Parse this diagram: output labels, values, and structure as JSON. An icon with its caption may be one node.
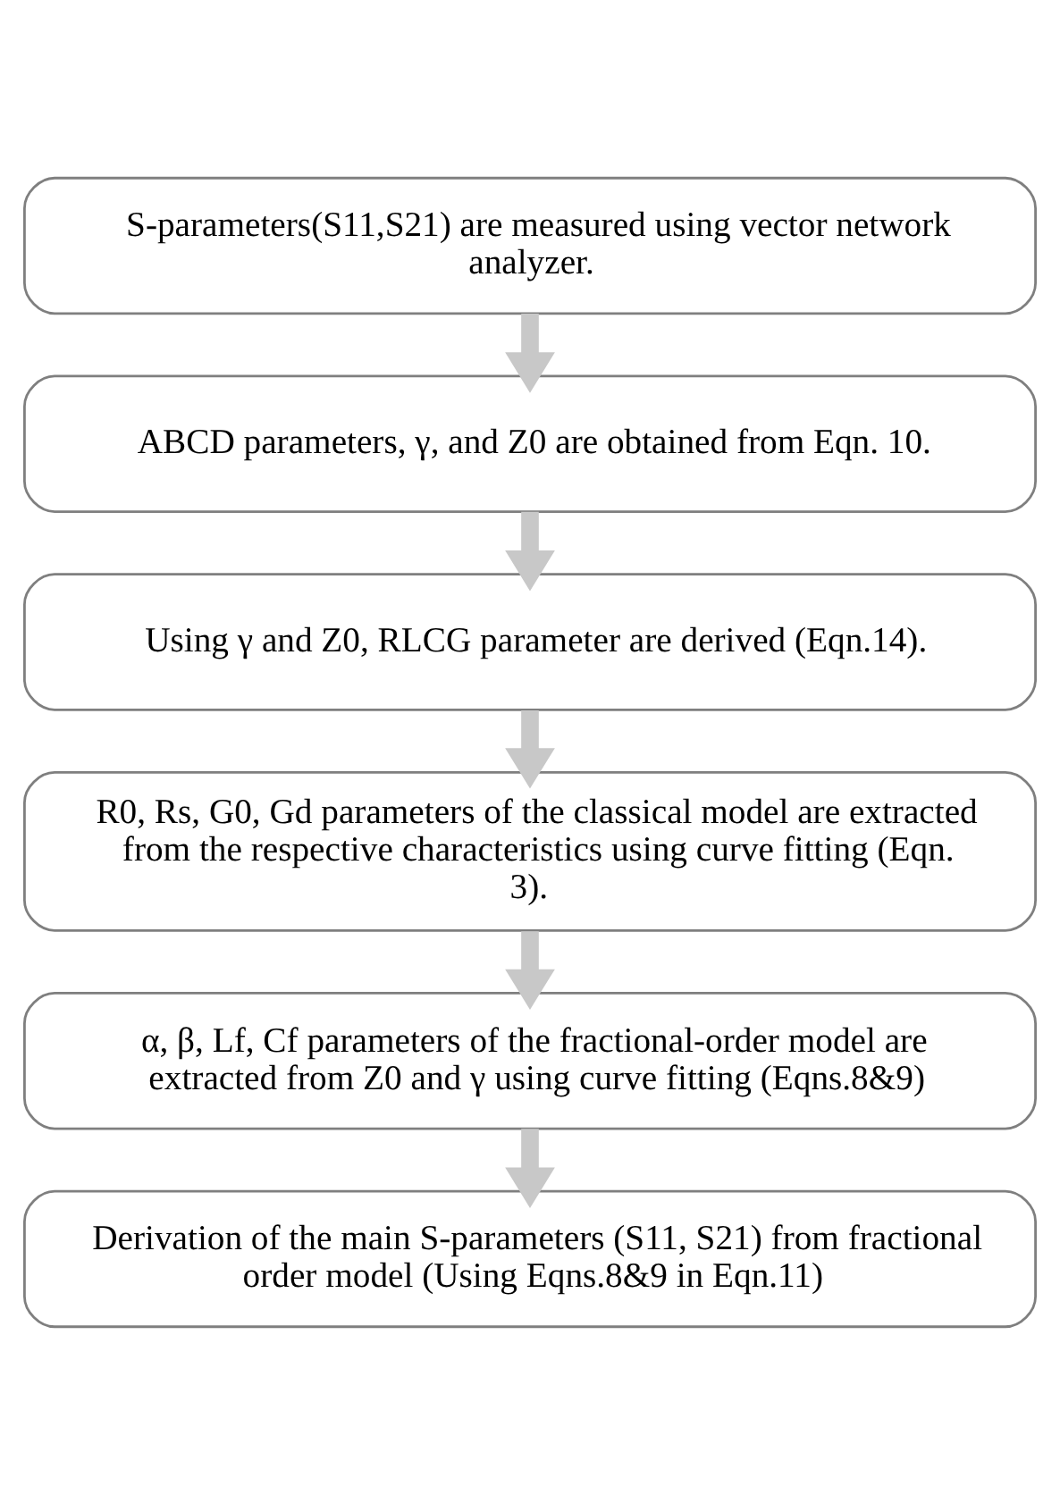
{
  "diagram": {
    "nodes": [
      {
        "text": [
          "S-parameters(S11,S21) are measured using vector network analyzer."
        ]
      },
      {
        "text": [
          "ABCD parameters, γ, and Z0 are obtained from Eqn. 10."
        ]
      },
      {
        "text": [
          "Using γ and Z0, RLCG parameter are derived (Eqn.14)."
        ]
      },
      {
        "text": [
          "R0, Rs, G0, Gd parameters of the classical model are extracted from the respective characteristics using curve fitting (Eqn. 3)."
        ]
      },
      {
        "text": [
          "α, β, Lf, Cf parameters of the fractional-order model are extracted from Z0 and γ using curve fitting (Eqns.8&9)"
        ]
      },
      {
        "text": [
          "Derivation of the main S-parameters (S11, S21) from fractional order model (Using Eqns.8&9 in Eqn.11)"
        ]
      }
    ],
    "edges": [
      {
        "from": 0,
        "to": 1,
        "arrow": "to"
      },
      {
        "from": 1,
        "to": 2,
        "arrow": "to"
      },
      {
        "from": 2,
        "to": 3,
        "arrow": "to"
      },
      {
        "from": 3,
        "to": 4,
        "arrow": "to"
      },
      {
        "from": 4,
        "to": 5,
        "arrow": "to"
      }
    ]
  }
}
